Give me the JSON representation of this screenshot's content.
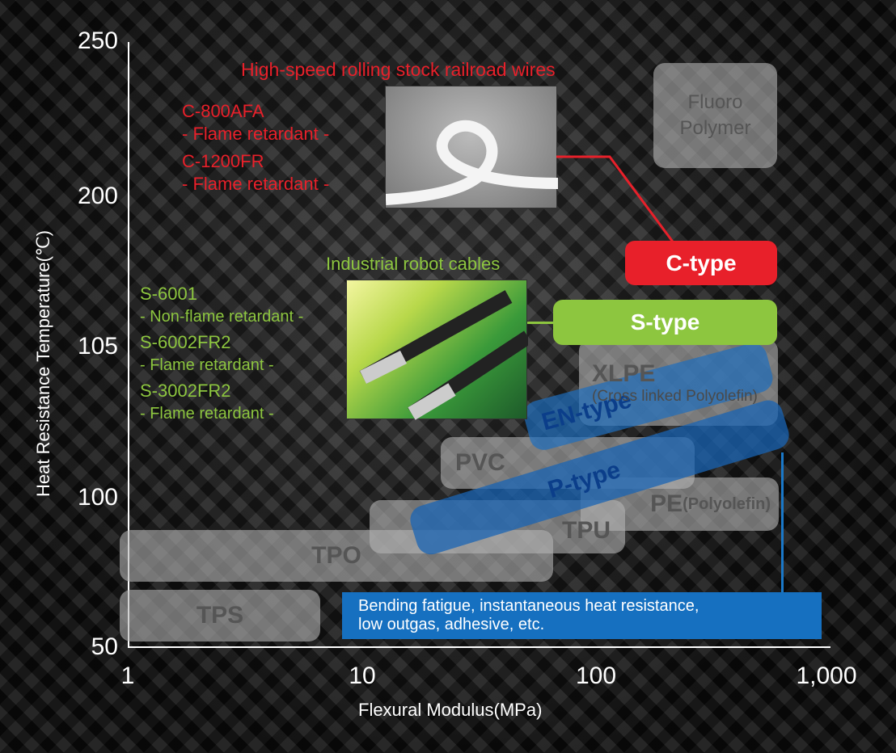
{
  "chart_data": {
    "type": "region",
    "xlabel": "Flexural Modulus(MPa)",
    "ylabel": "Heat Resistance Temperature(℃)",
    "x_scale": "log",
    "xlim": [
      1,
      1000
    ],
    "x_ticks": [
      "1",
      "10",
      "100",
      "1,000"
    ],
    "y_ticks": [
      "250",
      "200",
      "105",
      "100",
      "50"
    ],
    "regions": [
      {
        "label": "Fluoro",
        "sublabel": "Polymer"
      },
      {
        "label": "XLPE",
        "sublabel": "(Cross linked Polyolefin)"
      },
      {
        "label": "PVC"
      },
      {
        "label": "PE",
        "sublabel": "(Polyolefin)"
      },
      {
        "label": "TPU"
      },
      {
        "label": "TPO"
      },
      {
        "label": "TPS"
      }
    ],
    "types": [
      {
        "label": "C-type",
        "color": "#e8202a"
      },
      {
        "label": "S-type",
        "color": "#8dc63f"
      },
      {
        "label": "EN-type",
        "color": "#1e6ebe"
      },
      {
        "label": "P-type",
        "color": "#1e6ebe"
      }
    ]
  },
  "c_group": {
    "title": "High-speed rolling stock railroad wires",
    "lines": [
      "C-800AFA",
      "- Flame retardant -",
      "C-1200FR",
      "- Flame retardant -"
    ]
  },
  "s_group": {
    "title": "Industrial robot cables",
    "lines": [
      "S-6001",
      "- Non-flame retardant -",
      "S-6002FR2",
      "- Flame retardant -",
      "S-3002FR2",
      "- Flame retardant -"
    ]
  },
  "note": {
    "lines": [
      "Bending fatigue, instantaneous heat resistance,",
      "low outgas, adhesive, etc."
    ]
  }
}
